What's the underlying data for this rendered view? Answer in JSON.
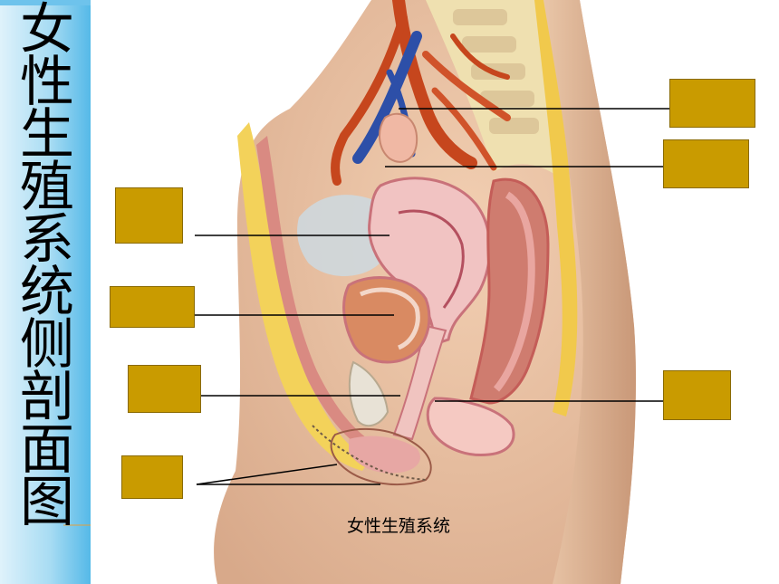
{
  "title_chars": [
    "女",
    "性",
    "生",
    "殖",
    "系",
    "统",
    "侧",
    "剖",
    "面",
    "图"
  ],
  "caption": "女性生殖系统",
  "colors": {
    "label_box": "#c99b00",
    "stripe_light": "#cde9f7",
    "stripe_dark": "#4fb3e6",
    "leader_line": "#000000"
  },
  "label_boxes": [
    {
      "id": "label-box-right-1",
      "side": "right",
      "text": ""
    },
    {
      "id": "label-box-right-2",
      "side": "right",
      "text": ""
    },
    {
      "id": "label-box-left-1",
      "side": "left",
      "text": ""
    },
    {
      "id": "label-box-left-2",
      "side": "left",
      "text": ""
    },
    {
      "id": "label-box-left-3",
      "side": "left",
      "text": ""
    },
    {
      "id": "label-box-right-3",
      "side": "right",
      "text": ""
    },
    {
      "id": "label-box-left-4",
      "side": "left",
      "text": ""
    }
  ]
}
